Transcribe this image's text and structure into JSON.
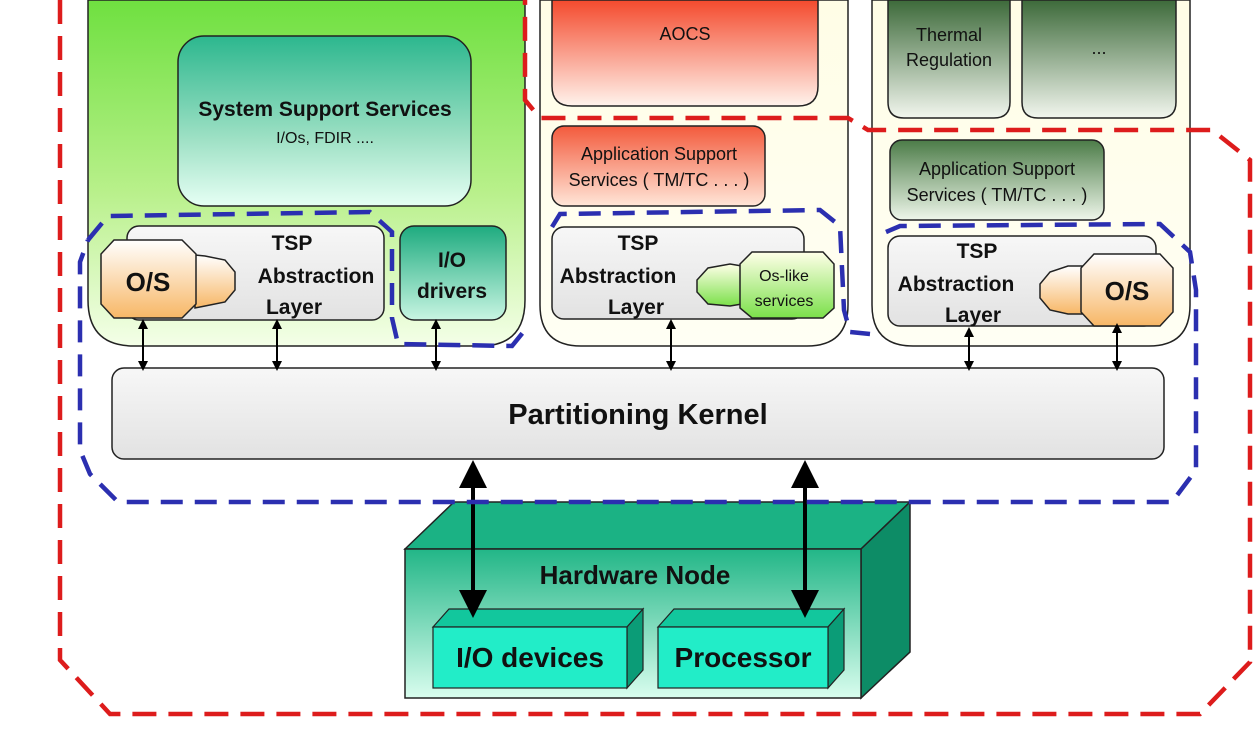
{
  "partitions": {
    "left": {
      "system_support": {
        "title": "System Support Services",
        "subtitle": "I/Os, FDIR ...."
      },
      "tsp": {
        "line1": "TSP",
        "line2": "Abstraction",
        "line3": "Layer"
      },
      "os_label": "O/S",
      "io_drivers": {
        "line1": "I/O",
        "line2": "drivers"
      }
    },
    "middle": {
      "app_label": "AOCS",
      "app_support": {
        "line1": "Application Support",
        "line2": "Services ( TM/TC . . . )"
      },
      "tsp": {
        "line1": "TSP",
        "line2": "Abstraction",
        "line3": "Layer"
      },
      "os_like": {
        "line1": "Os-like",
        "line2": "services"
      }
    },
    "right": {
      "app1": {
        "line1": "Thermal",
        "line2": "Regulation"
      },
      "app2": "...",
      "app_support": {
        "line1": "Application Support",
        "line2": "Services ( TM/TC . . . )"
      },
      "tsp": {
        "line1": "TSP",
        "line2": "Abstraction",
        "line3": "Layer"
      },
      "os_label": "O/S"
    }
  },
  "kernel": "Partitioning Kernel",
  "hardware": {
    "title": "Hardware Node",
    "io_devices": "I/O devices",
    "processor": "Processor"
  },
  "colors": {
    "red_dash": "#dd1c1c",
    "blue_dash": "#2b2fb0",
    "teal": "#1aa07a",
    "cyan": "#22e6c0",
    "green": "#8ee85a"
  }
}
